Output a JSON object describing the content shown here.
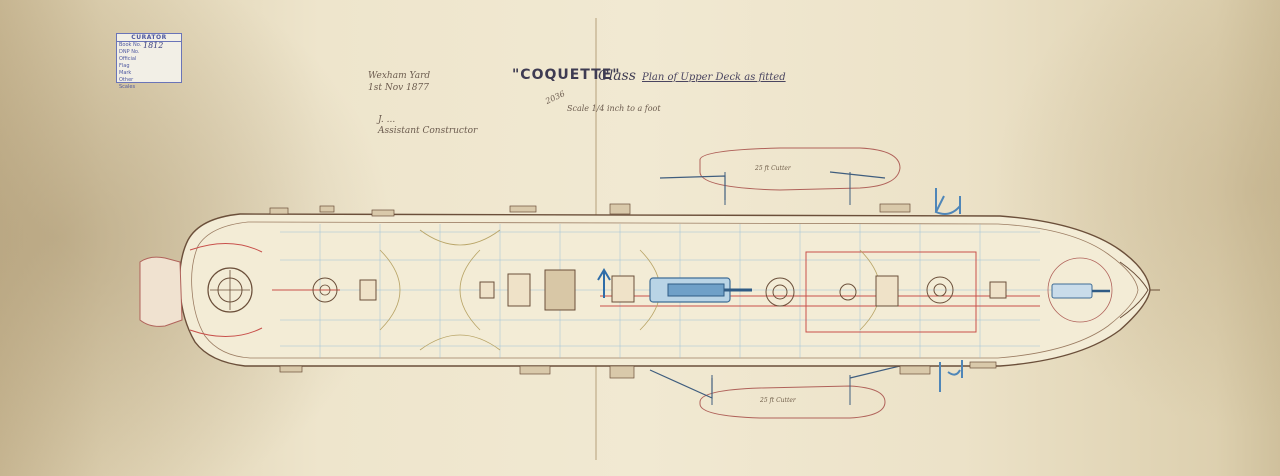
{
  "stamp": {
    "header": "CURATOR",
    "book_label": "Book No.",
    "book_value": "1812",
    "rows": [
      "DNP No.",
      "Official",
      "Flag Mark",
      "Other Scales"
    ]
  },
  "title": {
    "main": "\"COQUETTE\"",
    "class": "Class",
    "subtitle": "Plan of Upper Deck as fitted"
  },
  "notes": {
    "yard": "Wexham Yard",
    "yard_date": "1st Nov 1877",
    "number": "2036",
    "scale": "Scale 1/4 inch to a foot",
    "signature": "J. ...",
    "signature_title": "Assistant Constructor"
  },
  "labels": {
    "boat_top": "25 ft Cutter",
    "boat_bottom": "25 ft Cutter"
  },
  "colors": {
    "paper": "#f1e9d2",
    "ink": "#6b4f3a",
    "red_ink": "#c8504b",
    "blue_ink": "#4f86b8",
    "stamp_ink": "#4e58a0"
  }
}
